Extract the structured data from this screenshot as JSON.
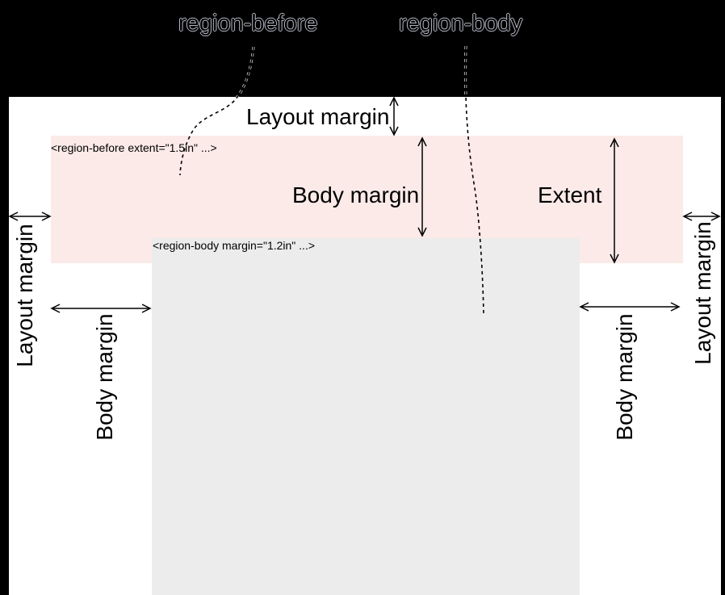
{
  "callouts": {
    "region_before": "region-before",
    "region_body": "region-body"
  },
  "annotations": {
    "layout_margin_top": "Layout margin",
    "body_margin_center": "Body margin",
    "extent": "Extent",
    "layout_margin_left": "Layout margin",
    "body_margin_left": "Body margin",
    "layout_margin_right": "Layout margin",
    "body_margin_right": "Body margin"
  },
  "code_snippets": {
    "region_before": "<region-before extent=\"1.5in\" ...>",
    "region_body": "<region-body margin=\"1.2in\" ...>"
  },
  "values": {
    "region_before_extent": "1.5in",
    "region_body_margin": "1.2in"
  },
  "colors": {
    "background": "#000000",
    "page": "#FFFFFF",
    "region_before_fill": "#FBEAE8",
    "region_body_fill": "#ECECEC",
    "line": "#000000"
  }
}
